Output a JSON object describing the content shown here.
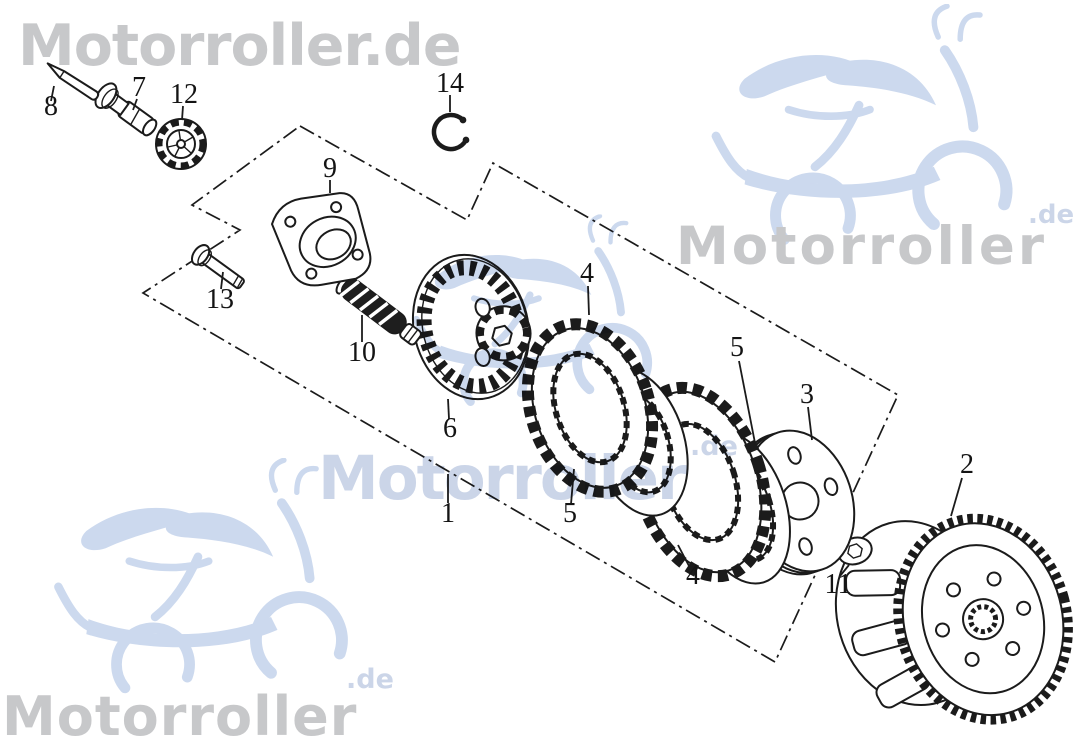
{
  "watermarks": {
    "full_brand": "Motorroller.de",
    "brand": "Motorroller",
    "tld": ".de"
  },
  "colors": {
    "grey_text": "#c7c8ca",
    "blue_text": "#cbd5e8",
    "scooter_blue": "#ccd9ee",
    "ink": "#1b1b1b"
  },
  "diagram": {
    "description_labels_order": "callout numbers of exploded clutch parts",
    "labels": [
      {
        "part": "8"
      },
      {
        "part": "7"
      },
      {
        "part": "12"
      },
      {
        "part": "14"
      },
      {
        "part": "9"
      },
      {
        "part": "13"
      },
      {
        "part": "10"
      },
      {
        "part": "6"
      },
      {
        "part": "1"
      },
      {
        "part": "5"
      },
      {
        "part": "4"
      },
      {
        "part": "5"
      },
      {
        "part": "4"
      },
      {
        "part": "3"
      },
      {
        "part": "11"
      },
      {
        "part": "2"
      }
    ]
  }
}
